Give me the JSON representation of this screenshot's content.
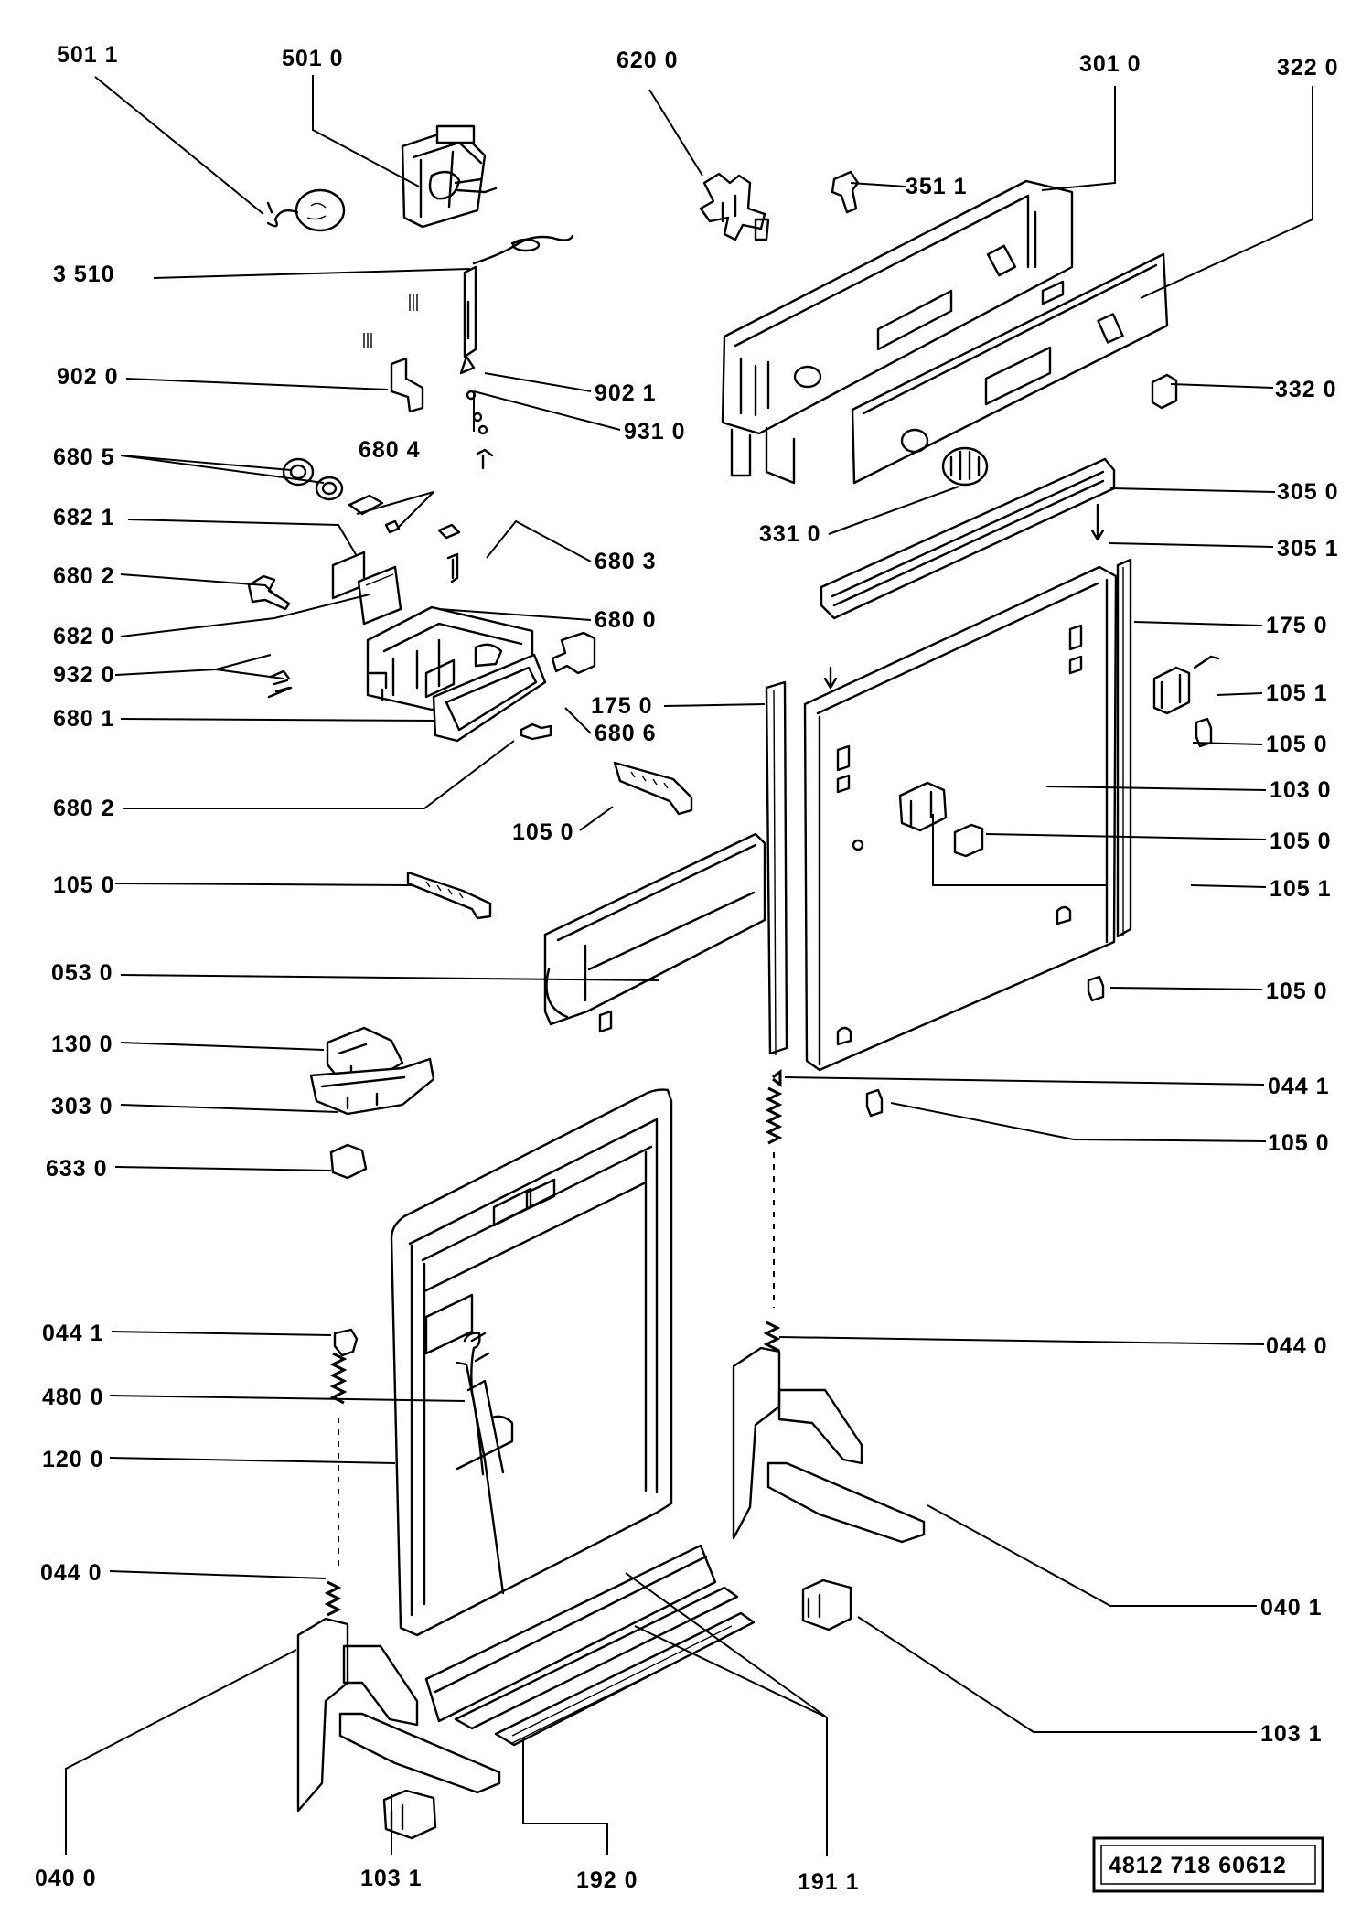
{
  "diagram": {
    "reference_number": "4812 718 60612",
    "labels": [
      {
        "id": "l-5011",
        "text": "501 1"
      },
      {
        "id": "l-5010",
        "text": "501 0"
      },
      {
        "id": "l-6200",
        "text": "620 0"
      },
      {
        "id": "l-3010",
        "text": "301 0"
      },
      {
        "id": "l-3220",
        "text": "322 0"
      },
      {
        "id": "l-3511",
        "text": "351 1"
      },
      {
        "id": "l-3510",
        "text": "3 510"
      },
      {
        "id": "l-9020",
        "text": "902 0"
      },
      {
        "id": "l-9021",
        "text": "902 1"
      },
      {
        "id": "l-9310",
        "text": "931 0"
      },
      {
        "id": "l-3320",
        "text": "332 0"
      },
      {
        "id": "l-6805",
        "text": "680 5"
      },
      {
        "id": "l-6804",
        "text": "680 4"
      },
      {
        "id": "l-6821",
        "text": "682 1"
      },
      {
        "id": "l-3050",
        "text": "305 0"
      },
      {
        "id": "l-3310",
        "text": "331 0"
      },
      {
        "id": "l-3051",
        "text": "305 1"
      },
      {
        "id": "l-6802a",
        "text": "680 2"
      },
      {
        "id": "l-6803",
        "text": "680 3"
      },
      {
        "id": "l-6820",
        "text": "682 0"
      },
      {
        "id": "l-6800",
        "text": "680 0"
      },
      {
        "id": "l-1750r",
        "text": "175 0"
      },
      {
        "id": "l-9320",
        "text": "932 0"
      },
      {
        "id": "l-1051a",
        "text": "105 1"
      },
      {
        "id": "l-6801",
        "text": "680 1"
      },
      {
        "id": "l-1750m",
        "text": "175 0"
      },
      {
        "id": "l-6806",
        "text": "680 6"
      },
      {
        "id": "l-1050a",
        "text": "105 0"
      },
      {
        "id": "l-6802b",
        "text": "680 2"
      },
      {
        "id": "l-1030",
        "text": "103 0"
      },
      {
        "id": "l-1050b",
        "text": "105 0"
      },
      {
        "id": "l-1050c",
        "text": "105 0"
      },
      {
        "id": "l-1050d",
        "text": "105 0"
      },
      {
        "id": "l-1051b",
        "text": "105 1"
      },
      {
        "id": "l-0530",
        "text": "053 0"
      },
      {
        "id": "l-1050e",
        "text": "105 0"
      },
      {
        "id": "l-1300",
        "text": "130 0"
      },
      {
        "id": "l-0441a",
        "text": "044 1"
      },
      {
        "id": "l-3030",
        "text": "303 0"
      },
      {
        "id": "l-1050f",
        "text": "105 0"
      },
      {
        "id": "l-6330",
        "text": "633 0"
      },
      {
        "id": "l-0441b",
        "text": "044 1"
      },
      {
        "id": "l-0440a",
        "text": "044 0"
      },
      {
        "id": "l-4800",
        "text": "480 0"
      },
      {
        "id": "l-1200",
        "text": "120 0"
      },
      {
        "id": "l-0440b",
        "text": "044 0"
      },
      {
        "id": "l-0401",
        "text": "040 1"
      },
      {
        "id": "l-1031a",
        "text": "103 1"
      },
      {
        "id": "l-0400",
        "text": "040 0"
      },
      {
        "id": "l-1031b",
        "text": "103 1"
      },
      {
        "id": "l-1920",
        "text": "192 0"
      },
      {
        "id": "l-1911",
        "text": "191 1"
      }
    ]
  }
}
